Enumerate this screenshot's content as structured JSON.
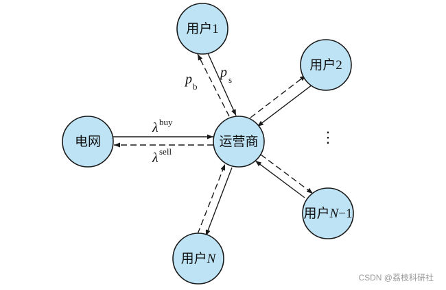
{
  "nodes": {
    "user1": {
      "label": "用户",
      "index": "1"
    },
    "user2": {
      "label": "用户",
      "index": "2"
    },
    "grid": {
      "label": "电网"
    },
    "operator": {
      "label": "运营商"
    },
    "userN": {
      "label": "用户",
      "index": "N"
    },
    "userN1": {
      "label": "用户",
      "index": "N",
      "suffix": "−1"
    }
  },
  "edge_labels": {
    "p_b": {
      "symbol": "p",
      "sub": "b"
    },
    "p_s": {
      "symbol": "p",
      "sub": "s"
    },
    "lambda_buy": {
      "symbol": "λ",
      "sup": "buy"
    },
    "lambda_sell": {
      "symbol": "λ",
      "sup": "sell"
    }
  },
  "ellipsis": "⋮",
  "watermark": "CSDN @荔枝科研社"
}
